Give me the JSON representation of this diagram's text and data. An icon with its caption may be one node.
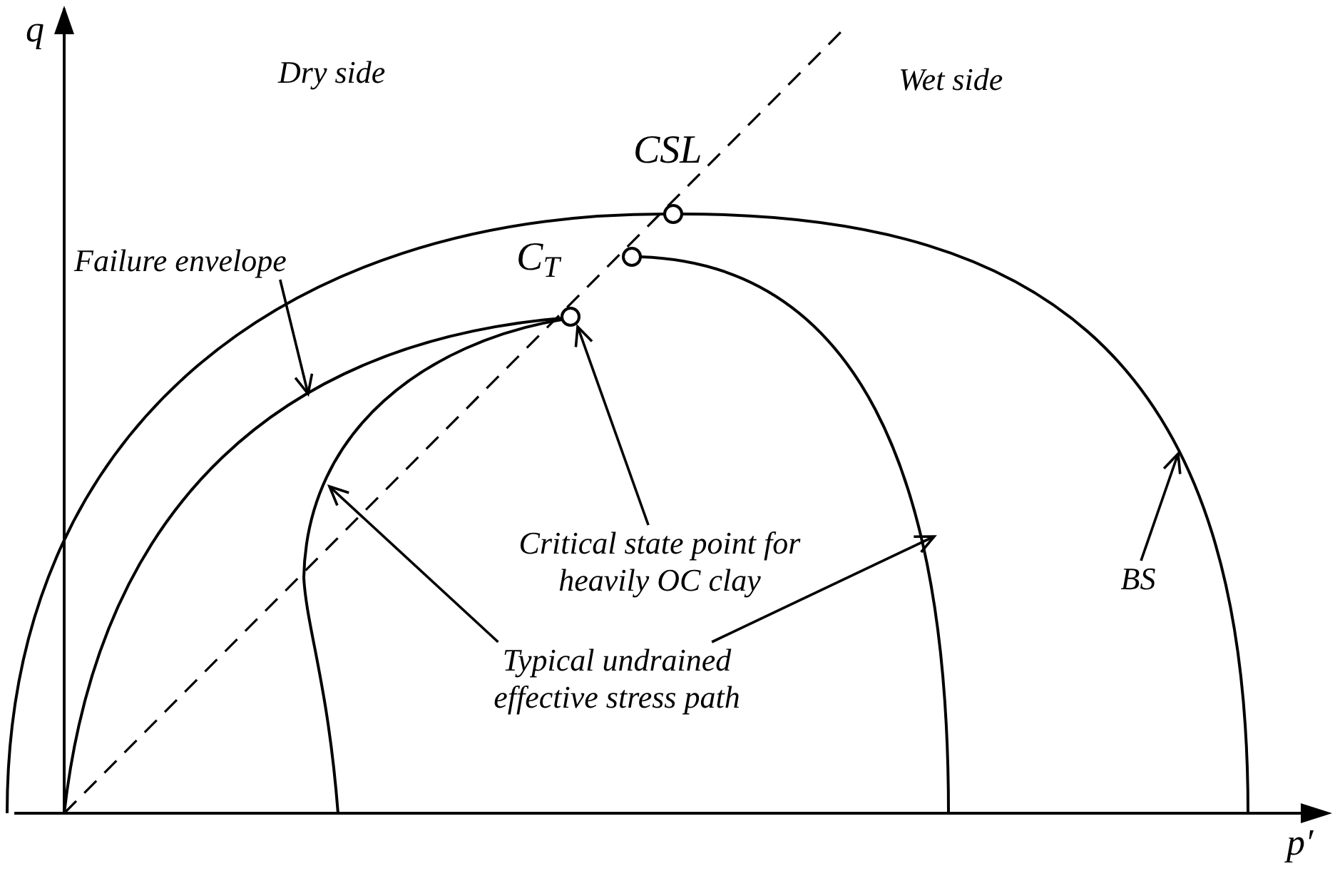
{
  "diagram": {
    "nodes": [
      {
        "text": [
          "Failure envelope"
        ]
      },
      {
        "text": [
          "Critical state point for heavily OC clay"
        ]
      },
      {
        "text": [
          "Typical undrained effective stress path"
        ]
      },
      {
        "text": [
          "BS"
        ]
      }
    ],
    "edges": [
      {
        "from": 0,
        "to": null,
        "arrow": "to"
      },
      {
        "from": 1,
        "to": null,
        "arrow": "to"
      },
      {
        "from": 2,
        "to": null,
        "arrow": "to"
      },
      {
        "from": 2,
        "to": null,
        "arrow": "to"
      },
      {
        "from": 3,
        "to": null,
        "arrow": "to"
      }
    ],
    "labels": [
      "q",
      "Dry side",
      "CSL",
      "Wet side",
      "C$_{T}$",
      "p′"
    ]
  }
}
